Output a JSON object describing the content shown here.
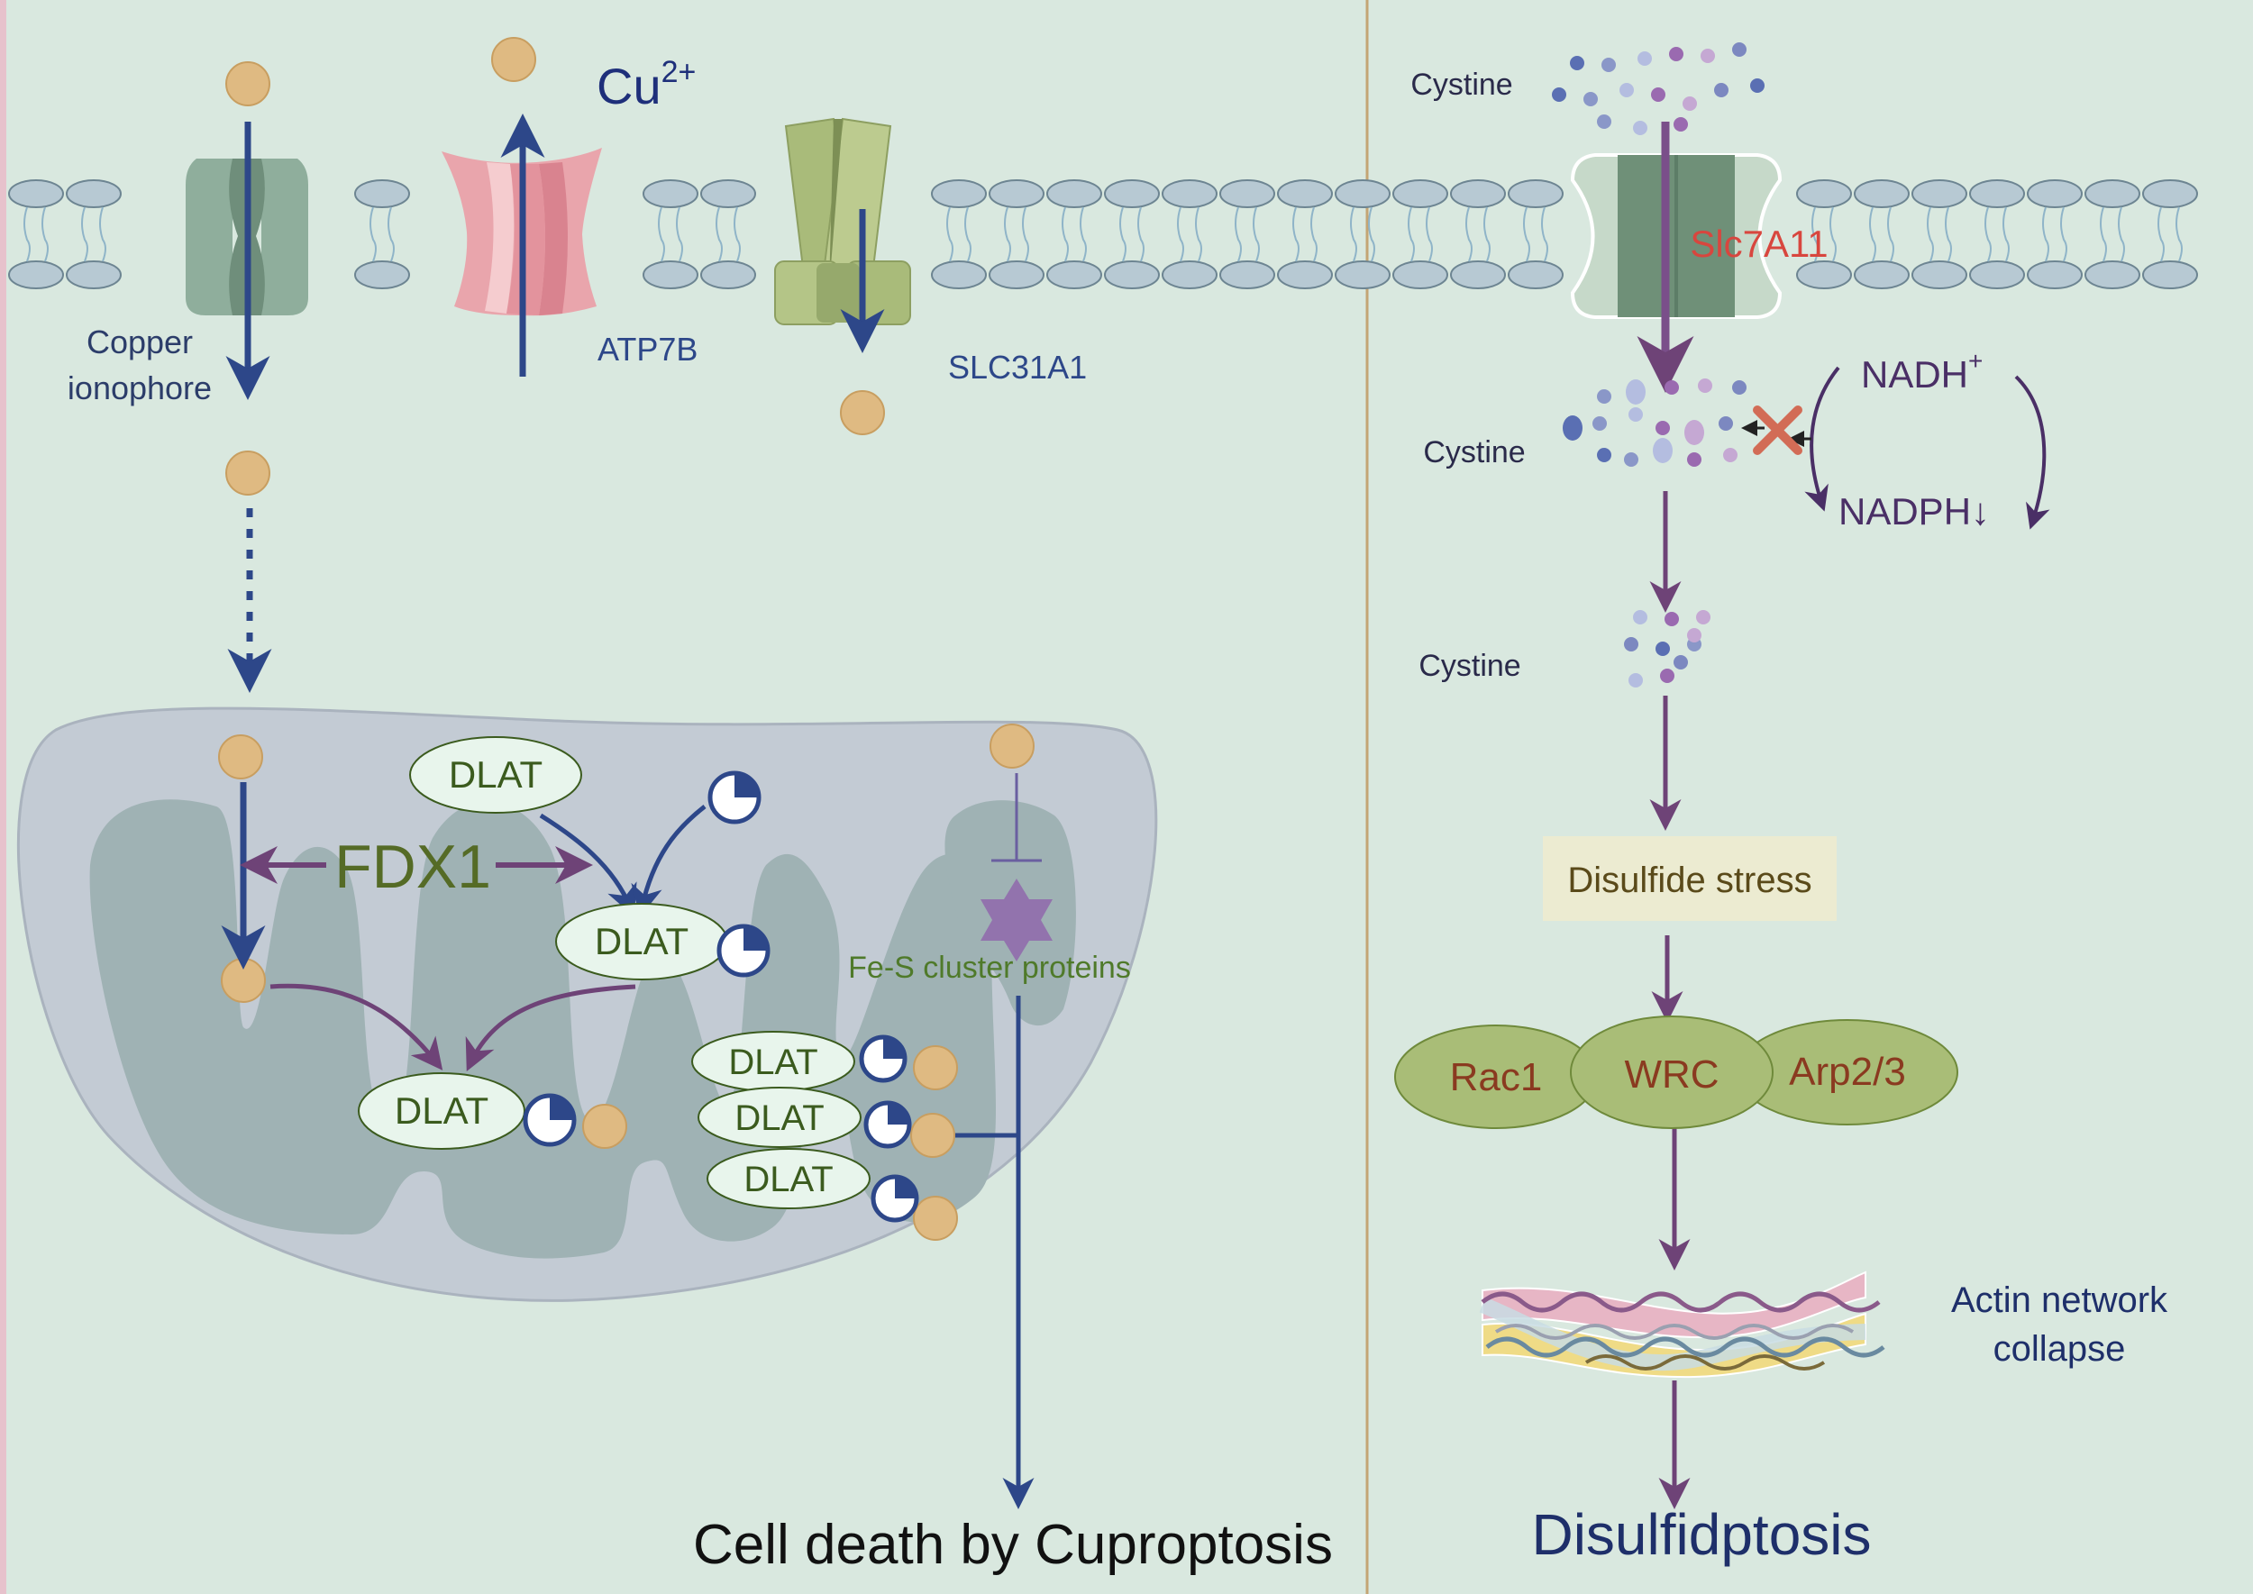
{
  "left": {
    "cu_label": "Cu",
    "cu_sup": "2+",
    "copper_label_1": "Copper",
    "copper_label_2": "ionophore",
    "atp7b_label": "ATP7B",
    "slc31a1_label": "SLC31A1",
    "fdx1_label": "FDX1",
    "dlat_label": "DLAT",
    "fes_label": "Fe-S cluster proteins",
    "outcome": "Cell death by Cuproptosis"
  },
  "right": {
    "cystine_label": "Cystine",
    "slc7a11_label": "Slc7A11",
    "nadh_label": "NADH",
    "nadh_sup": "+",
    "nadph_label": "NADPH↓",
    "disulfide_stress": "Disulfide stress",
    "rac1": "Rac1",
    "wrc": "WRC",
    "arp23": "Arp2/3",
    "actin_1": "Actin network",
    "actin_2": "collapse",
    "outcome": "Disulfidptosis"
  },
  "colors": {
    "background": "#d9e8df",
    "membrane": "#b7c9d3",
    "copper": "#dfba82",
    "blue_arrow": "#2d4789",
    "purple_arrow": "#6e4377",
    "mitochondrion": "#c3cbd4",
    "cristae": "#9fb2b4",
    "dlat_text": "#3b5b1e",
    "node_green": "#a9bd77",
    "node_text": "#8a3a20",
    "stress_box": "#ecebd1",
    "divider": "#c4a574"
  }
}
